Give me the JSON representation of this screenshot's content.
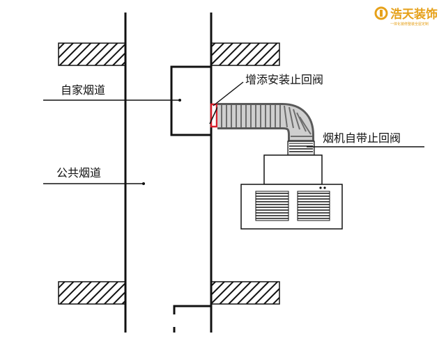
{
  "brand": {
    "name": "浩天装饰",
    "tagline": "一体化装修整装全屋定制",
    "color": "#e6a11a"
  },
  "labels": {
    "own_flue": "自家烟道",
    "public_flue": "公共烟道",
    "added_check_valve": "增添安装止回阀",
    "hood_builtin_check_valve": "烟机自带止回阀"
  },
  "colors": {
    "line": "#111111",
    "valve_accent": "#d81e2a",
    "duct": "#8a8a8a"
  }
}
